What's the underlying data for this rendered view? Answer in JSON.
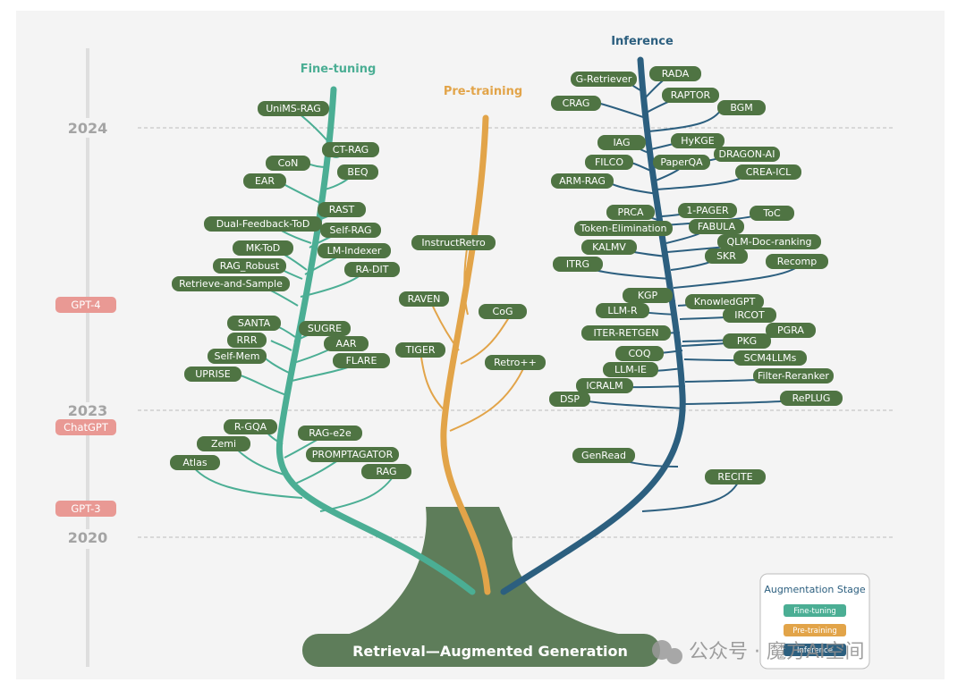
{
  "colors": {
    "fine_tuning": "#4bae94",
    "pretraining": "#e2a449",
    "inference": "#2c5f7f",
    "node": "#4f7443",
    "root": "#5e7d5a",
    "milestone": "#e99994"
  },
  "root_label": "Retrieval—Augmented Generation",
  "years": [
    "2024",
    "2023",
    "2020"
  ],
  "milestones": [
    "GPT-4",
    "ChatGPT",
    "GPT-3"
  ],
  "branches": {
    "fine_tuning": {
      "title": "Fine-tuning",
      "nodes": [
        "UniMS-RAG",
        "CT-RAG",
        "CoN",
        "BEQ",
        "EAR",
        "RAST",
        "Dual-Feedback-ToD",
        "Self-RAG",
        "MK-ToD",
        "LM-Indexer",
        "RAG_Robust",
        "RA-DIT",
        "Retrieve-and-Sample",
        "SANTA",
        "SUGRE",
        "RRR",
        "AAR",
        "Self-Mem",
        "FLARE",
        "UPRISE",
        "R-GQA",
        "RAG-e2e",
        "Zemi",
        "PROMPTAGATOR",
        "Atlas",
        "RAG"
      ]
    },
    "pretraining": {
      "title": "Pre-training",
      "nodes": [
        "InstructRetro",
        "RAVEN",
        "CoG",
        "TIGER",
        "Retro++"
      ]
    },
    "inference": {
      "title": "Inference",
      "nodes": [
        "G-Retriever",
        "RADA",
        "RAPTOR",
        "CRAG",
        "BGM",
        "HyKGE",
        "IAG",
        "DRAGON-AI",
        "FILCO",
        "PaperQA",
        "CREA-ICL",
        "ARM-RAG",
        "1-PAGER",
        "PRCA",
        "ToC",
        "Token-Elimination",
        "FABULA",
        "QLM-Doc-ranking",
        "KALMV",
        "SKR",
        "ITRG",
        "Recomp",
        "KGP",
        "KnowledGPT",
        "LLM-R",
        "IRCOT",
        "ITER-RETGEN",
        "PGRA",
        "PKG",
        "COQ",
        "SCM4LLMs",
        "LLM-IE",
        "Filter-Reranker",
        "ICRALM",
        "RePLUG",
        "DSP",
        "GenRead",
        "RECITE"
      ]
    }
  },
  "legend": {
    "title": "Augmentation Stage",
    "items": [
      "Fine-tuning",
      "Pre-training",
      "Inference"
    ]
  },
  "watermark": "公众号 · 魔方AI空间"
}
